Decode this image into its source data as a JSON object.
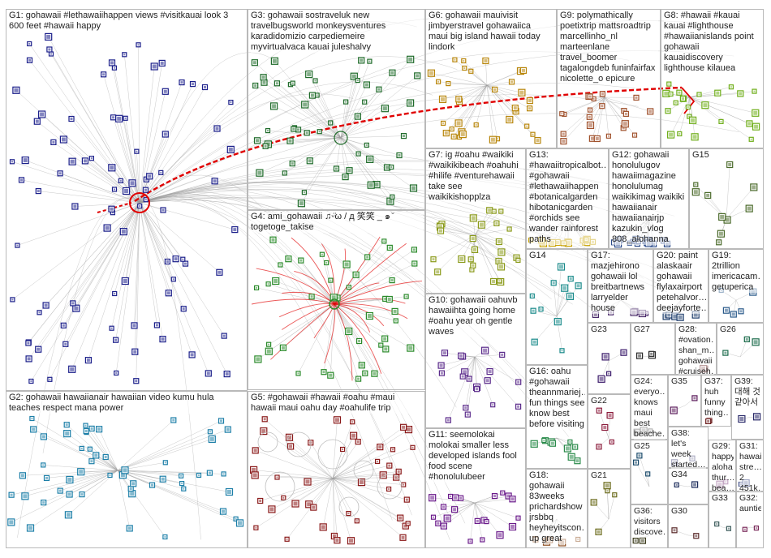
{
  "colors": {
    "edge": "#9a9a9a",
    "highlight_edge": "#e00000",
    "box_border": "#b9b9b9"
  },
  "groups": [
    {
      "id": "G1",
      "label": "G1: gohawaii #lethawaiihappen views #visitkauai look 3\n600 feet #hawaii happy",
      "color": "#1b1f8a"
    },
    {
      "id": "G2",
      "label": "G2: gohawaii hawaiianair hawaiian video kumu hula\nteaches respect mana power",
      "color": "#1d7fa8"
    },
    {
      "id": "G3",
      "label": "G3: gohawaii sostraveluk new\ntravelbugsworld monkeysventures\nkaradidomizio carpediemeire\nmyvirtualvaca kauai juleshalvy",
      "color": "#1f6b2a"
    },
    {
      "id": "G4",
      "label": "G4: ami_gohawaii ♫ᵕ̈ω / д 笑笑 _ ๑ ̆\ntogetoge_takise",
      "color": "#2a8a2a"
    },
    {
      "id": "G5",
      "label": "G5: #gohawaii #hawaii #oahu #maui\nhawaii maui oahu day #oahulife trip",
      "color": "#8a1a1a"
    },
    {
      "id": "G6",
      "label": "G6: gohawaii mauivisit\njimbyerstravel gohawaiica\nmaui big island hawaii today\nlindork",
      "color": "#b8860b"
    },
    {
      "id": "G7",
      "label": "G7: ig #oahu #waikiki\n#waikikibeach #oahuhi\n#hilife #venturehawaii\ntake see\nwaikikishopplza",
      "color": "#8a9a1a"
    },
    {
      "id": "G8",
      "label": "G8: #hawaii #kauai\nkauai #lighthouse\n#hawaiianislands point\ngohawaii\nkauaidiscovery\nlighthouse kilauea",
      "color": "#6fae1a"
    },
    {
      "id": "G9",
      "label": "G9: polymathically\npoetixtrip mattsroadtrip\nmarcellinho_nl\nmarteenlane\ntravel_boomer\ntagalongdeb funinfairfax\nnicolette_o epicure",
      "color": "#a0522d"
    },
    {
      "id": "G10",
      "label": "G10: gohawaii oahuvb\nhawaiihta going home\n#oahu year oh gentle\nwaves",
      "color": "#5a2a8a"
    },
    {
      "id": "G11",
      "label": "G11: seemolokai\nmolokai smaller less\ndeveloped islands fool\nfood scene\n#honolulubeer",
      "color": "#6a1a8a"
    },
    {
      "id": "G12",
      "label": "G12: gohawaii\nhonolulugov\nhawaiimagazine\nhonolulumag\nwaikikimag waikiki\nhawaiianair\nhawaiianairjp\nkazukin_vlog\n808_alohanna",
      "color": "#2a4a8a"
    },
    {
      "id": "G13",
      "label": "G13:\n#hawaiitropicalbot…\n#gohawaii\n#lethawaiihappen\n#botanicalgarden\nhibotanicgarden\n#orchids see\nwander rainforest\npaths",
      "color": "#c8a200"
    },
    {
      "id": "G14",
      "label": "G14",
      "color": "#1a8a8a"
    },
    {
      "id": "G15",
      "label": "G15",
      "color": "#4a6a2a"
    },
    {
      "id": "G16",
      "label": "G16: oahu\n#gohawaii\ntheannmariej…\nfun things see\nknow best\nbefore visiting",
      "color": "#2a8a4a"
    },
    {
      "id": "G17",
      "label": "G17:\nmazjehirono\ngohawaii lol\nbreitbartnews\nlarryelder\nhouse",
      "color": "#4a2a6a"
    },
    {
      "id": "G18",
      "label": "G18: gohawaii\n83weeks\nprichardshow\njrsbbq\nheyheyitscon…\nup great",
      "color": "#8a4a1a"
    },
    {
      "id": "G19",
      "label": "G19: 2trillion\nimericacam…\ngetuperica",
      "color": "#2a5a8a"
    },
    {
      "id": "G20",
      "label": "G20: paint\nalaskaair\ngohawaii\nflylaxairport\npetehalvor…\ndeejayforte…",
      "color": "#1a3a6a"
    },
    {
      "id": "G21",
      "label": "G21",
      "color": "#6a6a1a"
    },
    {
      "id": "G22",
      "label": "G22",
      "color": "#8a1a3a"
    },
    {
      "id": "G23",
      "label": "G23",
      "color": "#3a1a6a"
    },
    {
      "id": "G24",
      "label": "G24:\neveryo…\nknows\nmaui\nbest\nbeache…",
      "color": "#5a5a5a"
    },
    {
      "id": "G25",
      "label": "G25",
      "color": "#1a4a6a"
    },
    {
      "id": "G26",
      "label": "G26",
      "color": "#1a6a4a"
    },
    {
      "id": "G27",
      "label": "G27",
      "color": "#2a2a2a"
    },
    {
      "id": "G28",
      "label": "G28:\n#ovation…\nshan_m…\ngohawaii\n#cruiseh…",
      "color": "#6a2a2a"
    },
    {
      "id": "G29",
      "label": "G29:\nhappy\naloha\nthur…\nbea…",
      "color": "#7a3a7a"
    },
    {
      "id": "G30",
      "label": "G30",
      "color": "#5a2a2a"
    },
    {
      "id": "G31",
      "label": "G31:\nhawaii\nstre…\n2\n451k…",
      "color": "#2a3a7a"
    },
    {
      "id": "G32",
      "label": "G32:\nauntie…",
      "color": "#7a2a5a"
    },
    {
      "id": "G33",
      "label": "G33",
      "color": "#3a5a5a"
    },
    {
      "id": "G34",
      "label": "G34",
      "color": "#1a2a5a"
    },
    {
      "id": "G35",
      "label": "G35",
      "color": "#5a1a5a"
    },
    {
      "id": "G36",
      "label": "G36:\nvisitors\ndiscove…",
      "color": "#3a3a1a"
    },
    {
      "id": "G37",
      "label": "G37:\nhuh\nfunny\nthing…",
      "color": "#6a1a1a"
    },
    {
      "id": "G38",
      "label": "G38: let's\nweek\nstarted…",
      "color": "#4a4a7a"
    },
    {
      "id": "G39",
      "label": "G39:\n대해 것\n같아서",
      "color": "#2a2a6a"
    }
  ]
}
